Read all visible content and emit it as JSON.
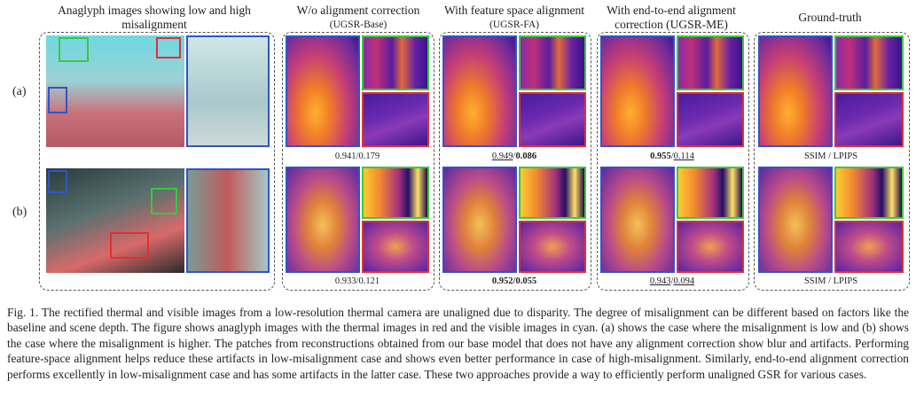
{
  "headers": {
    "col1": "Anaglyph images showing low and high misalignment",
    "col2_title": "W/o alignment correction",
    "col2_sub": "(UGSR-Base)",
    "col3_title": "With feature space alignment",
    "col3_sub": "(UGSR-FA)",
    "col4_title": "With end-to-end alignment correction (UGSR-ME)",
    "col5_title": "Ground-truth"
  },
  "row_labels": {
    "a": "(a)",
    "b": "(b)"
  },
  "metrics": {
    "base_a": "0.941/0.179",
    "base_b": "0.933/0.121",
    "fa_a_ssim": "0.949",
    "fa_a_sep": "/",
    "fa_a_lpips": "0.086",
    "fa_b": "0.952/0.055",
    "me_a_ssim": "0.955",
    "me_a_sep": "/",
    "me_a_lpips": "0.114",
    "me_b_ssim": "0.943",
    "me_b_sep": "/",
    "me_b_lpips": "0.094",
    "gt_a": "SSIM / LPIPS",
    "gt_b": "SSIM / LPIPS"
  },
  "caption": "Fig. 1.   The rectified thermal and visible images from a low-resolution thermal camera are unaligned due to disparity. The degree of misalignment can be different based on factors like the baseline and scene depth. The figure shows anaglyph images with the thermal images in red and the visible images in cyan. (a) shows the case where the misalignment is low and (b) shows the case where the misalignment is higher. The patches from reconstructions obtained from our base model that does not have any alignment correction show blur and artifacts. Performing feature-space alignment helps reduce these artifacts in low-misalignment case and shows even better performance in case of high-misalignment. Similarly, end-to-end alignment correction performs excellently in low-misalignment case and has some artifacts in the latter case. These two approaches provide a way to efficiently perform unaligned GSR for various cases.",
  "colors": {
    "patch_blue": "#2f55c8",
    "patch_green": "#3cc83c",
    "patch_red": "#e23030"
  }
}
